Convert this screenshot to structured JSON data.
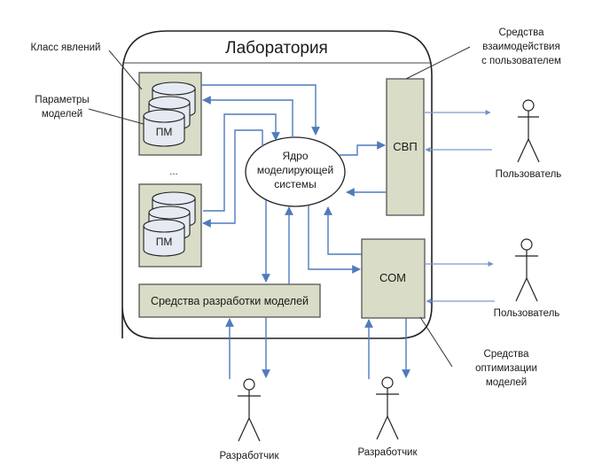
{
  "diagram": {
    "container": {
      "title": "Лаборатория"
    },
    "core": {
      "line1": "Ядро",
      "line2": "моделирующей",
      "line3": "системы"
    },
    "model_class_boxes": [
      {
        "cylinder_label": "ПМ"
      },
      {
        "cylinder_label": "ПМ"
      }
    ],
    "ellipsis": "...",
    "svp": {
      "label": "СВП"
    },
    "som": {
      "label": "СОМ"
    },
    "dev_tools": {
      "label": "Средства разработки моделей"
    },
    "callouts": {
      "phenomena_class": "Класс явлений",
      "model_params_1": "Параметры",
      "model_params_2": "моделей",
      "interaction_1": "Средства",
      "interaction_2": "взаимодействия",
      "interaction_3": "с пользователем",
      "optimization_1": "Средства",
      "optimization_2": "оптимизации",
      "optimization_3": "моделей"
    },
    "actors": [
      {
        "role": "user",
        "label": "Пользователь"
      },
      {
        "role": "user",
        "label": "Пользователь"
      },
      {
        "role": "developer",
        "label": "Разработчик"
      },
      {
        "role": "developer",
        "label": "Разработчик"
      }
    ],
    "colors": {
      "flow_arrow": "#4f7bbd",
      "box_fill": "#d9dcc6",
      "cylinder_fill": "#e6eaf2",
      "container_fill": "#ffffff",
      "outline": "#222222"
    }
  }
}
